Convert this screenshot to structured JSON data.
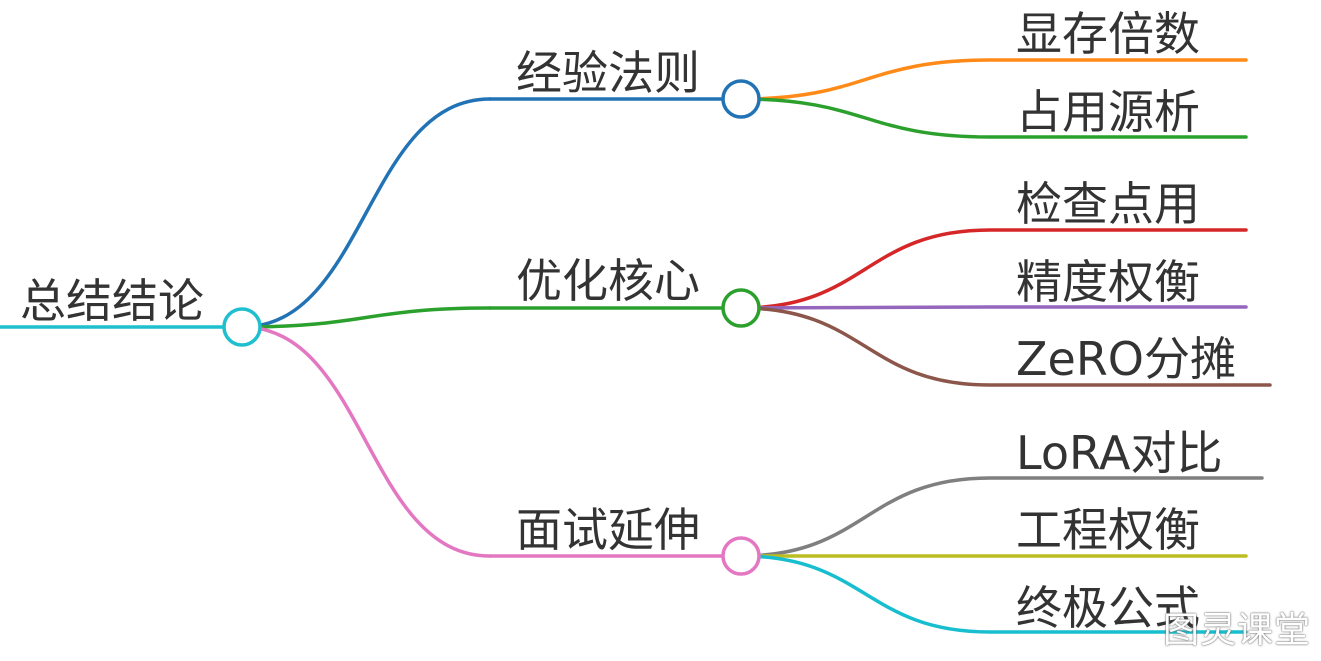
{
  "root": {
    "label": "总结结论",
    "color": "#1fbfcf"
  },
  "branches": [
    {
      "label": "经验法则",
      "color": "#2273b5",
      "children": [
        {
          "label": "显存倍数",
          "color": "#ff8a17"
        },
        {
          "label": "占用源析",
          "color": "#2ca02c"
        }
      ]
    },
    {
      "label": "优化核心",
      "color": "#2ca02c",
      "children": [
        {
          "label": "检查点用",
          "color": "#d62728"
        },
        {
          "label": "精度权衡",
          "color": "#9467bd"
        },
        {
          "label": "ZeRO分摊",
          "color": "#8c564b"
        }
      ]
    },
    {
      "label": "面试延伸",
      "color": "#e377c2",
      "children": [
        {
          "label": "LoRA对比",
          "color": "#7f7f7f"
        },
        {
          "label": "工程权衡",
          "color": "#bcbd22"
        },
        {
          "label": "终极公式",
          "color": "#17becf"
        }
      ]
    }
  ],
  "watermark": "图灵课堂"
}
